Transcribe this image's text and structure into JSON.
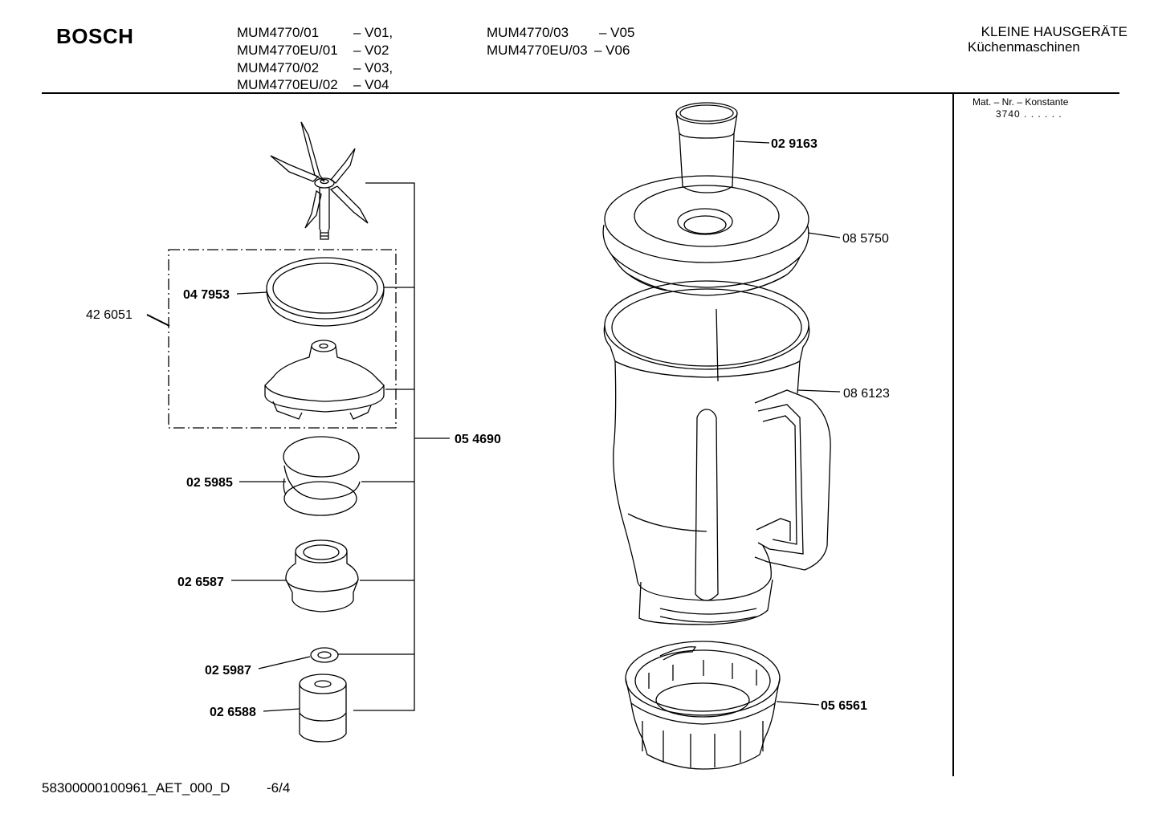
{
  "header": {
    "brand": "BOSCH",
    "models_col1": [
      {
        "model": "MUM4770/01",
        "version": "– V01,"
      },
      {
        "model": "MUM4770EU/01",
        "version": "– V02"
      },
      {
        "model": "MUM4770/02",
        "version": "– V03,"
      },
      {
        "model": "MUM4770EU/02",
        "version": "– V04"
      }
    ],
    "models_col2": [
      {
        "model": "MUM4770/03",
        "version": "– V05"
      },
      {
        "model": "MUM4770EU/03",
        "version": "– V06"
      }
    ],
    "category": "KLEINE HAUSGERÄTE",
    "subcategory": "Küchenmaschinen"
  },
  "sidebar": {
    "mat_label": "Mat. – Nr. – Konstante",
    "mat_value": "3740 . . . . . ."
  },
  "parts": [
    {
      "id": "426051",
      "number": "42 6051",
      "bold": false
    },
    {
      "id": "047953",
      "number": "04 7953",
      "bold": true
    },
    {
      "id": "054690",
      "number": "05 4690",
      "bold": true
    },
    {
      "id": "025985",
      "number": "02 5985",
      "bold": true
    },
    {
      "id": "026587",
      "number": "02 6587",
      "bold": true
    },
    {
      "id": "025987",
      "number": "02 5987",
      "bold": true
    },
    {
      "id": "026588",
      "number": "02 6588",
      "bold": true
    },
    {
      "id": "029163",
      "number": "02 9163",
      "bold": true
    },
    {
      "id": "085750",
      "number": "08 5750",
      "bold": false
    },
    {
      "id": "086123",
      "number": "08 6123",
      "bold": false
    },
    {
      "id": "056561",
      "number": "05 6561",
      "bold": true
    }
  ],
  "footer": {
    "doc_id": "58300000100961_AET_000_D",
    "page": "-6/4"
  }
}
